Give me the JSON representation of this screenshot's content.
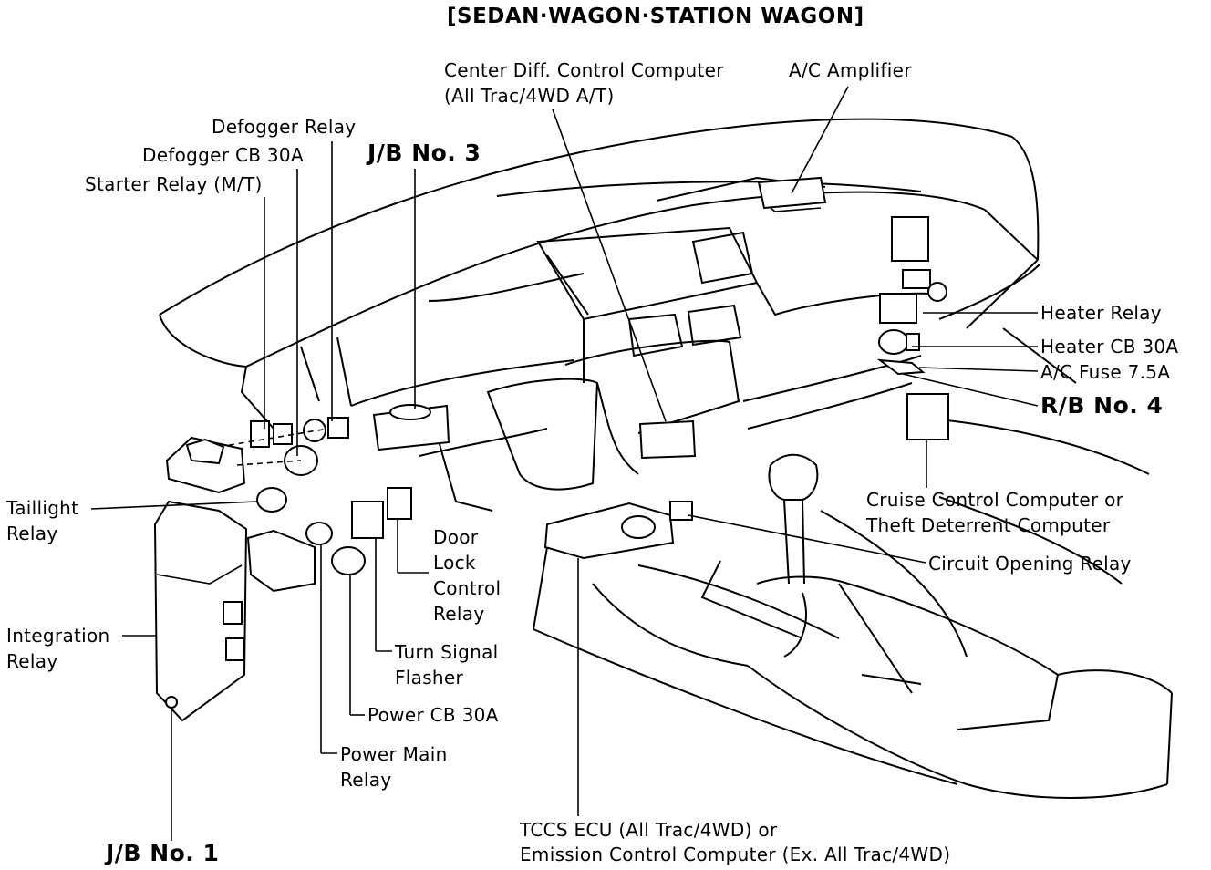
{
  "title": "[SEDAN·WAGON·STATION WAGON]",
  "labels": {
    "center_diff_1": "Center Diff. Control Computer",
    "center_diff_2": "(All Trac/4WD A/T)",
    "ac_amplifier": "A/C Amplifier",
    "defogger_relay": "Defogger Relay",
    "defogger_cb": "Defogger CB 30A",
    "starter_relay": "Starter Relay (M/T)",
    "jb3": "J/B No. 3",
    "heater_relay": "Heater Relay",
    "heater_cb": "Heater CB 30A",
    "ac_fuse": "A/C Fuse 7.5A",
    "rb4": "R/B No. 4",
    "cruise_1": "Cruise Control Computer or",
    "cruise_2": "Theft Deterrent Computer",
    "circuit_opening": "Circuit Opening Relay",
    "taillight_1": "Taillight",
    "taillight_2": "Relay",
    "door_lock_1": "Door",
    "door_lock_2": "Lock",
    "door_lock_3": "Control",
    "door_lock_4": "Relay",
    "integration_1": "Integration",
    "integration_2": "Relay",
    "turn_signal_1": "Turn Signal",
    "turn_signal_2": "Flasher",
    "power_cb": "Power CB 30A",
    "power_main_1": "Power Main",
    "power_main_2": "Relay",
    "jb1": "J/B No. 1",
    "tccs_1": "TCCS ECU (All Trac/4WD) or",
    "tccs_2": "Emission Control Computer (Ex. All Trac/4WD)"
  },
  "icons": {
    "drawing": "car-dashboard-line-drawing-icon"
  }
}
